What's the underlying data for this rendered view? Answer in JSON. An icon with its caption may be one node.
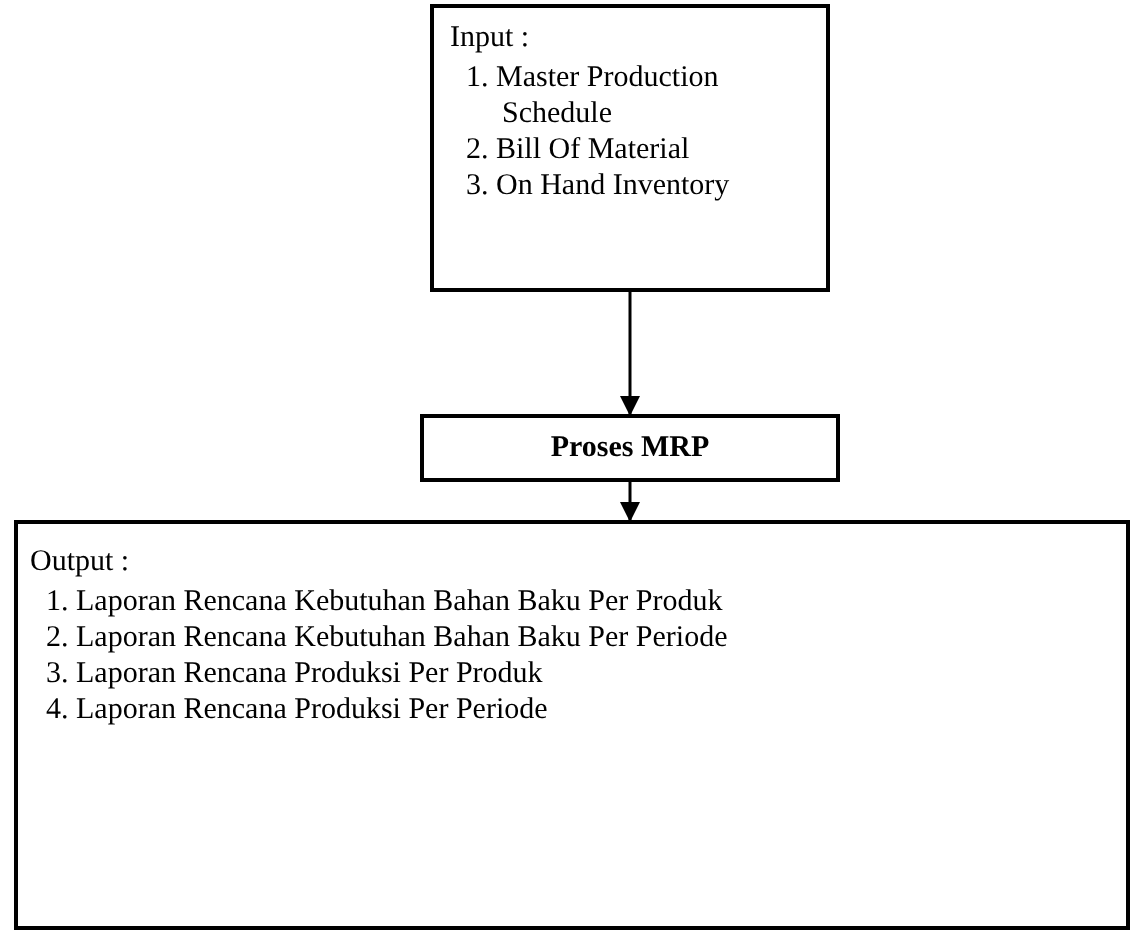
{
  "diagram": {
    "nodes": [
      {
        "text": [
          "Input :",
          "1. Master Production Schedule",
          "2. Bill Of Material",
          "3. On Hand Inventory"
        ]
      },
      {
        "text": [
          "Proses MRP"
        ]
      },
      {
        "text": [
          "Output :",
          "1. Laporan Rencana Kebutuhan Bahan Baku Per Produk",
          "2. Laporan Rencana Kebutuhan Bahan Baku Per Periode",
          "3. Laporan Rencana Produksi Per Produk",
          "4. Laporan Rencana Produksi Per Periode"
        ]
      }
    ],
    "edges": [
      {
        "from": 0,
        "to": 1,
        "arrow": "to"
      },
      {
        "from": 1,
        "to": 2,
        "arrow": "to"
      }
    ]
  }
}
